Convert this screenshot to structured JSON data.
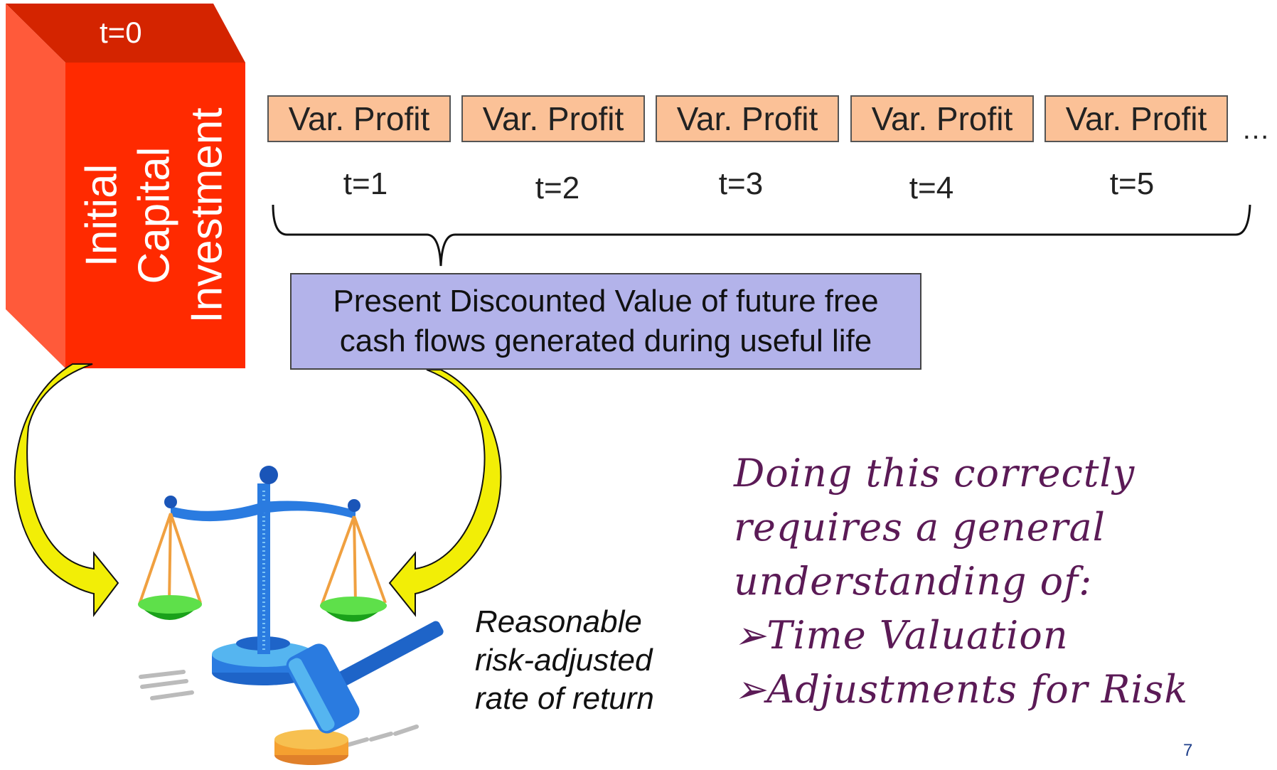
{
  "initial": {
    "time_label": "t=0",
    "lines": [
      "Initial",
      "Capital",
      "Investment"
    ]
  },
  "profits": [
    {
      "label": "Var. Profit",
      "time": "t=1"
    },
    {
      "label": "Var. Profit",
      "time": "t=2"
    },
    {
      "label": "Var. Profit",
      "time": "t=3"
    },
    {
      "label": "Var. Profit",
      "time": "t=4"
    },
    {
      "label": "Var. Profit",
      "time": "t=5"
    }
  ],
  "ellipsis": "…",
  "pdv": {
    "lines": [
      "Present Discounted Value of future free",
      "cash flows generated during useful life"
    ]
  },
  "rate": {
    "lines": [
      "Reasonable",
      "risk-adjusted",
      "rate of return"
    ]
  },
  "note": {
    "lines": [
      "Doing this correctly",
      "requires a general",
      "understanding of:",
      "➢Time Valuation",
      "➢Adjustments for Risk"
    ]
  },
  "page_number": "7",
  "colors": {
    "cube_front": "#ff2a00",
    "cube_top": "#d42400",
    "cube_side": "#ff5a3a",
    "profit_box": "#fbc197",
    "pdv_box": "#b3b3ea",
    "arrow": "#f2ee06",
    "scale_blue": "#1f6fd6",
    "pan_green": "#37d227",
    "note_text": "#5b1a56"
  },
  "icons": [
    "balance-scale-icon",
    "gavel-icon"
  ]
}
